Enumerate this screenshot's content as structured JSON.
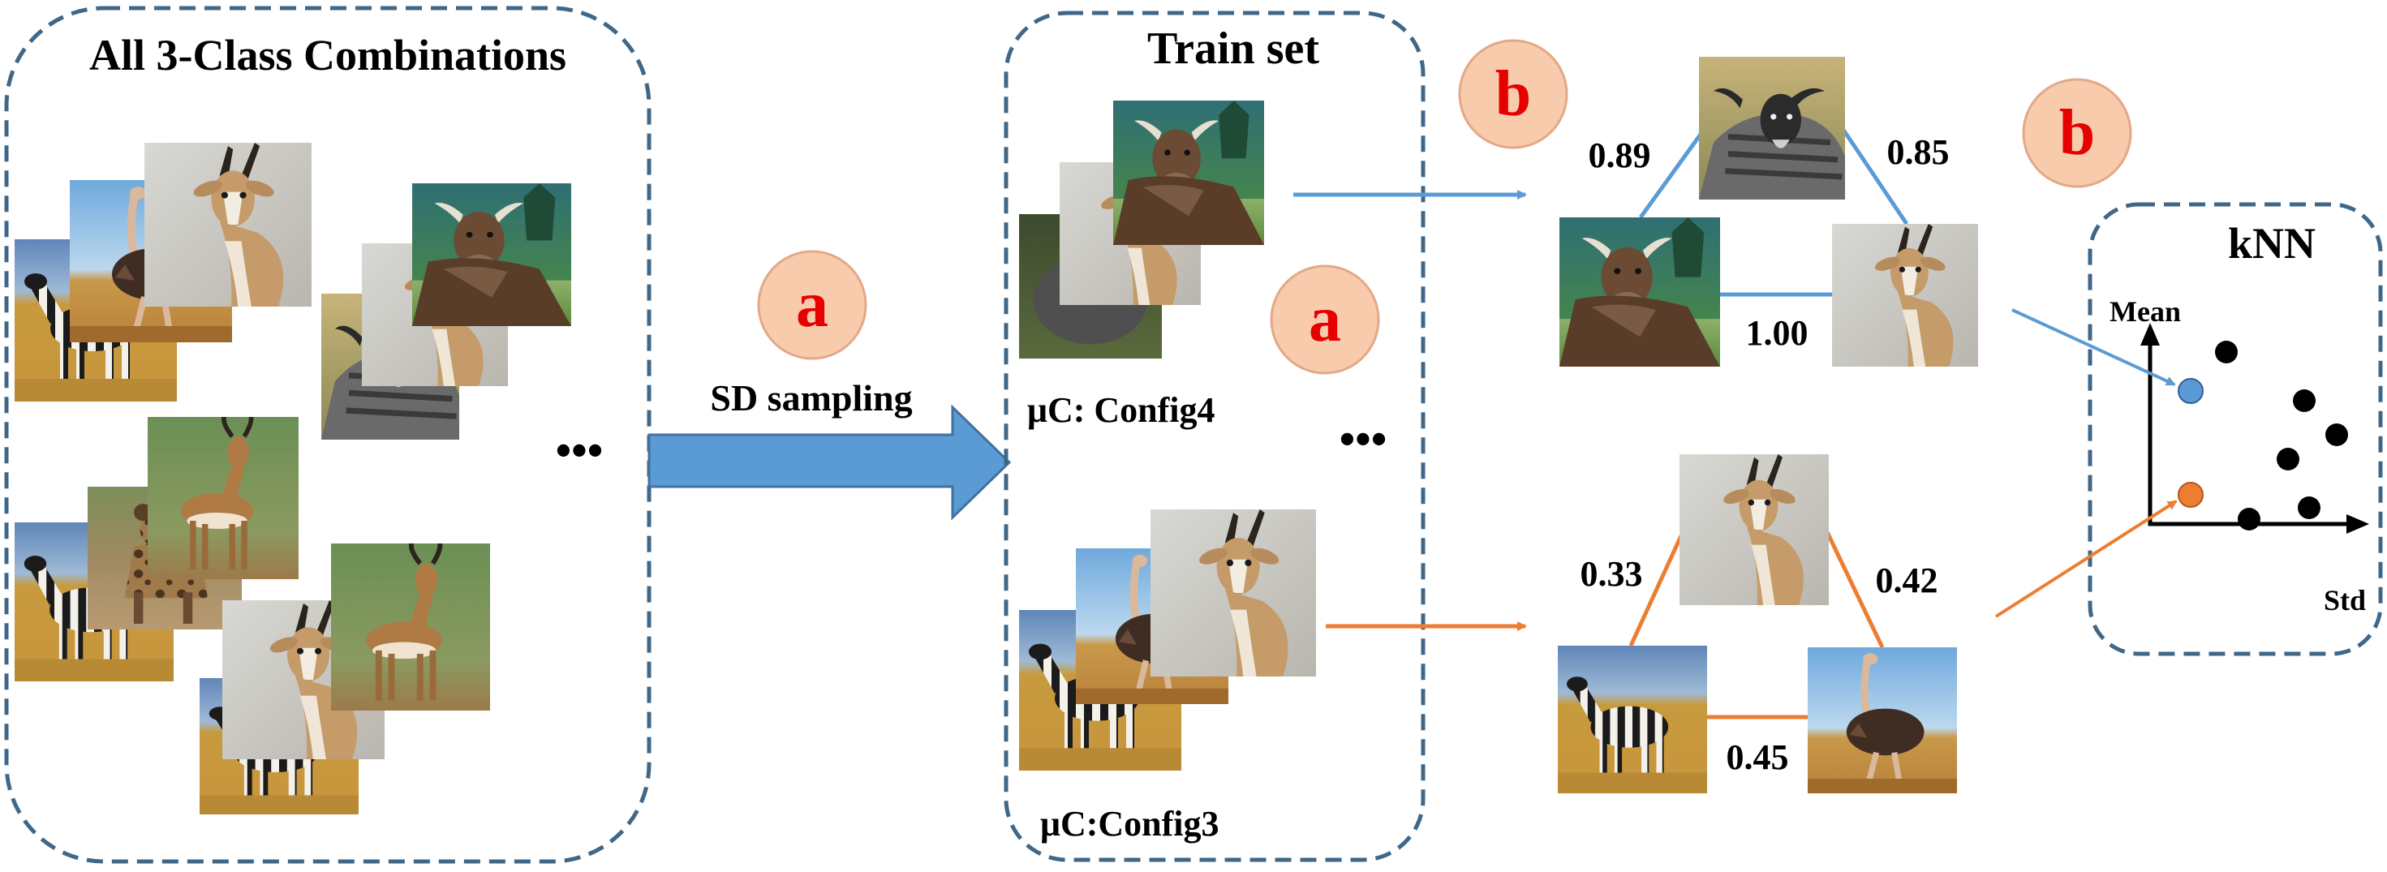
{
  "panels": {
    "combinations_title": "All 3-Class Combinations",
    "train_set_title": "Train set",
    "knn_title": "kNN"
  },
  "arrows": {
    "sd_sampling_label": "SD sampling"
  },
  "badges": {
    "a_label": "a",
    "b_label": "b"
  },
  "ellipsis": "•••",
  "configs": {
    "config4_label": "μC: Config4",
    "config3_label": "μC:Config3"
  },
  "similarity_top": {
    "left_edge": "0.89",
    "right_edge": "0.85",
    "bottom_edge": "1.00"
  },
  "similarity_bottom": {
    "left_edge": "0.33",
    "right_edge": "0.42",
    "bottom_edge": "0.45"
  },
  "knn_plot": {
    "y_axis_label": "Mean",
    "x_axis_label": "Std",
    "query_colors": {
      "top_query": "#5b9bd5",
      "bottom_query": "#ed7d31"
    }
  },
  "colors": {
    "panel_border": "#3f6788",
    "badge_fill": "#f8cbad",
    "badge_text": "#e60000",
    "blue_arrow": "#5b9bd5",
    "orange_arrow": "#ed7d31"
  }
}
